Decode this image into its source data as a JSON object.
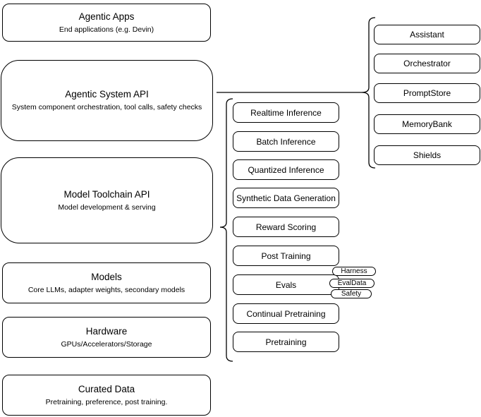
{
  "diagram": {
    "layers": [
      {
        "title": "Agentic Apps",
        "subtitle": "End applications (e.g. Devin)"
      },
      {
        "title": "Agentic System API",
        "subtitle": "System component orchestration, tool calls, safety checks"
      },
      {
        "title": "Model Toolchain API",
        "subtitle": "Model development & serving"
      },
      {
        "title": "Models",
        "subtitle": "Core LLMs, adapter weights, secondary models"
      },
      {
        "title": "Hardware",
        "subtitle": "GPUs/Accelerators/Storage"
      },
      {
        "title": "Curated Data",
        "subtitle": "Pretraining, preference, post training."
      }
    ],
    "toolchain_components": [
      "Realtime Inference",
      "Batch Inference",
      "Quantized Inference",
      "Synthetic Data Generation",
      "Reward Scoring",
      "Post Training",
      "Evals",
      "Continual Pretraining",
      "Pretraining"
    ],
    "evals_tags": [
      "Harness",
      "EvalData",
      "Safety"
    ],
    "system_components": [
      "Assistant",
      "Orchestrator",
      "PromptStore",
      "MemoryBank",
      "Shields"
    ],
    "colors": {
      "stroke": "#000000",
      "fill": "#ffffff",
      "text": "#000000"
    }
  }
}
